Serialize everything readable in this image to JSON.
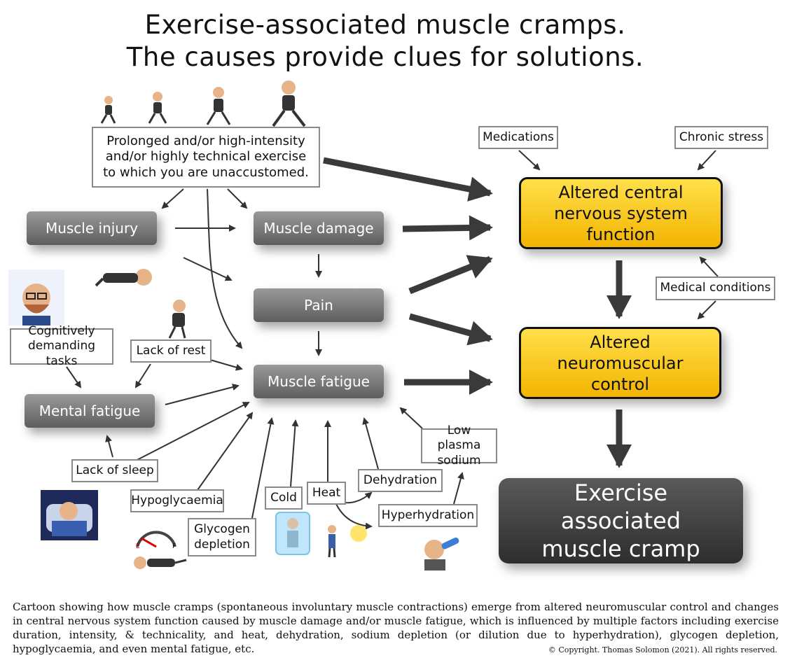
{
  "title": {
    "line1": "Exercise-associated muscle cramps.",
    "line2": "The causes provide clues for solutions."
  },
  "nodes": {
    "exercise": {
      "line1": "Prolonged and/or high-intensity",
      "line2": "and/or highly technical exercise",
      "line3": "to which you are unaccustomed."
    },
    "muscle_injury": "Muscle injury",
    "muscle_damage": "Muscle damage",
    "pain": "Pain",
    "muscle_fatigue": "Muscle fatigue",
    "mental_fatigue": "Mental fatigue",
    "cognitive_tasks": "Cognitively demanding tasks",
    "lack_of_rest": "Lack of rest",
    "lack_of_sleep": "Lack of sleep",
    "hypoglycaemia": "Hypoglycaemia",
    "glycogen_depletion": "Glycogen depletion",
    "cold": "Cold",
    "heat": "Heat",
    "dehydration": "Dehydration",
    "hyperhydration": "Hyperhydration",
    "low_plasma_sodium": "Low plasma sodium",
    "medications": "Medications",
    "chronic_stress": "Chronic stress",
    "medical_conditions": "Medical conditions",
    "altered_cns": "Altered central nervous system function",
    "altered_nm": "Altered neuromuscular control",
    "cramp": "Exercise associated muscle cramp"
  },
  "caption": "Cartoon showing how muscle cramps (spontaneous involuntary muscle contractions) emerge from altered neuromuscular control and changes in central nervous system function caused by muscle damage and/or muscle fatigue, which is influenced by multiple factors including exercise duration, intensity, & technicality, and heat, dehydration, sodium depletion (or dilution due to hyperhydration), glycogen depletion, hypoglycaemia, and even mental fatigue, etc.",
  "copyright": "© Copyright. Thomas Solomon (2021). All rights reserved.",
  "colors": {
    "gold_top": "#ffe04a",
    "gold_bottom": "#f3b400",
    "grey_box": "#7a7a7a",
    "dark_box": "#3a3a3a"
  },
  "icons": [
    "runner-figure",
    "lying-figure",
    "thinking-avatar",
    "tired-figure",
    "sleeping-avatar",
    "fuel-gauge",
    "ice-block",
    "sun-figure",
    "drinking-figure"
  ]
}
